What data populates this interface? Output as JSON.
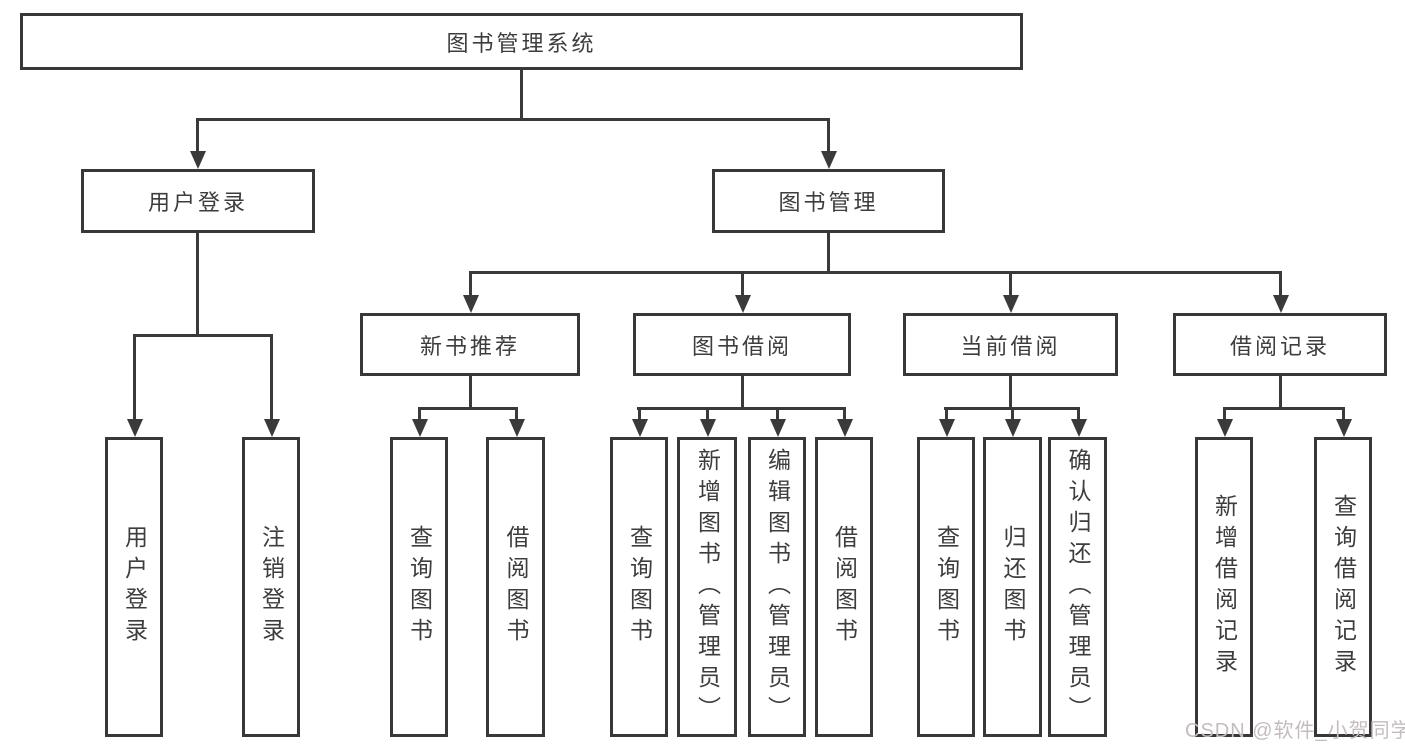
{
  "nodes": {
    "root": "图书管理系统",
    "user_login": "用户登录",
    "book_mgmt": "图书管理",
    "ul_login": "用户登录",
    "ul_logout": "注销登录",
    "new_rec": "新书推荐",
    "borrowing": "图书借阅",
    "current": "当前借阅",
    "records": "借阅记录",
    "nb_query": "查询图书",
    "nb_borrow": "借阅图书",
    "bb_query": "查询图书",
    "bb_add": "新增图书（管理员）",
    "bb_edit": "编辑图书（管理员）",
    "bb_borrow": "借阅图书",
    "cb_query": "查询图书",
    "cb_return": "归还图书",
    "cb_confirm": "确认归还（管理员）",
    "br_add": "新增借阅记录",
    "br_query": "查询借阅记录"
  },
  "hierarchy": {
    "图书管理系统": {
      "用户登录": [
        "用户登录",
        "注销登录"
      ],
      "图书管理": {
        "新书推荐": [
          "查询图书",
          "借阅图书"
        ],
        "图书借阅": [
          "查询图书",
          "新增图书（管理员）",
          "编辑图书（管理员）",
          "借阅图书"
        ],
        "当前借阅": [
          "查询图书",
          "归还图书",
          "确认归还（管理员）"
        ],
        "借阅记录": [
          "新增借阅记录",
          "查询借阅记录"
        ]
      }
    }
  },
  "watermark": {
    "text": "CSDN @软件_小贺同学",
    "color": "#c5bcbe"
  },
  "colors": {
    "line": "#3a3a3a",
    "box_border": "#383838",
    "text": "#3d3d3d",
    "background": "#ffffff"
  }
}
